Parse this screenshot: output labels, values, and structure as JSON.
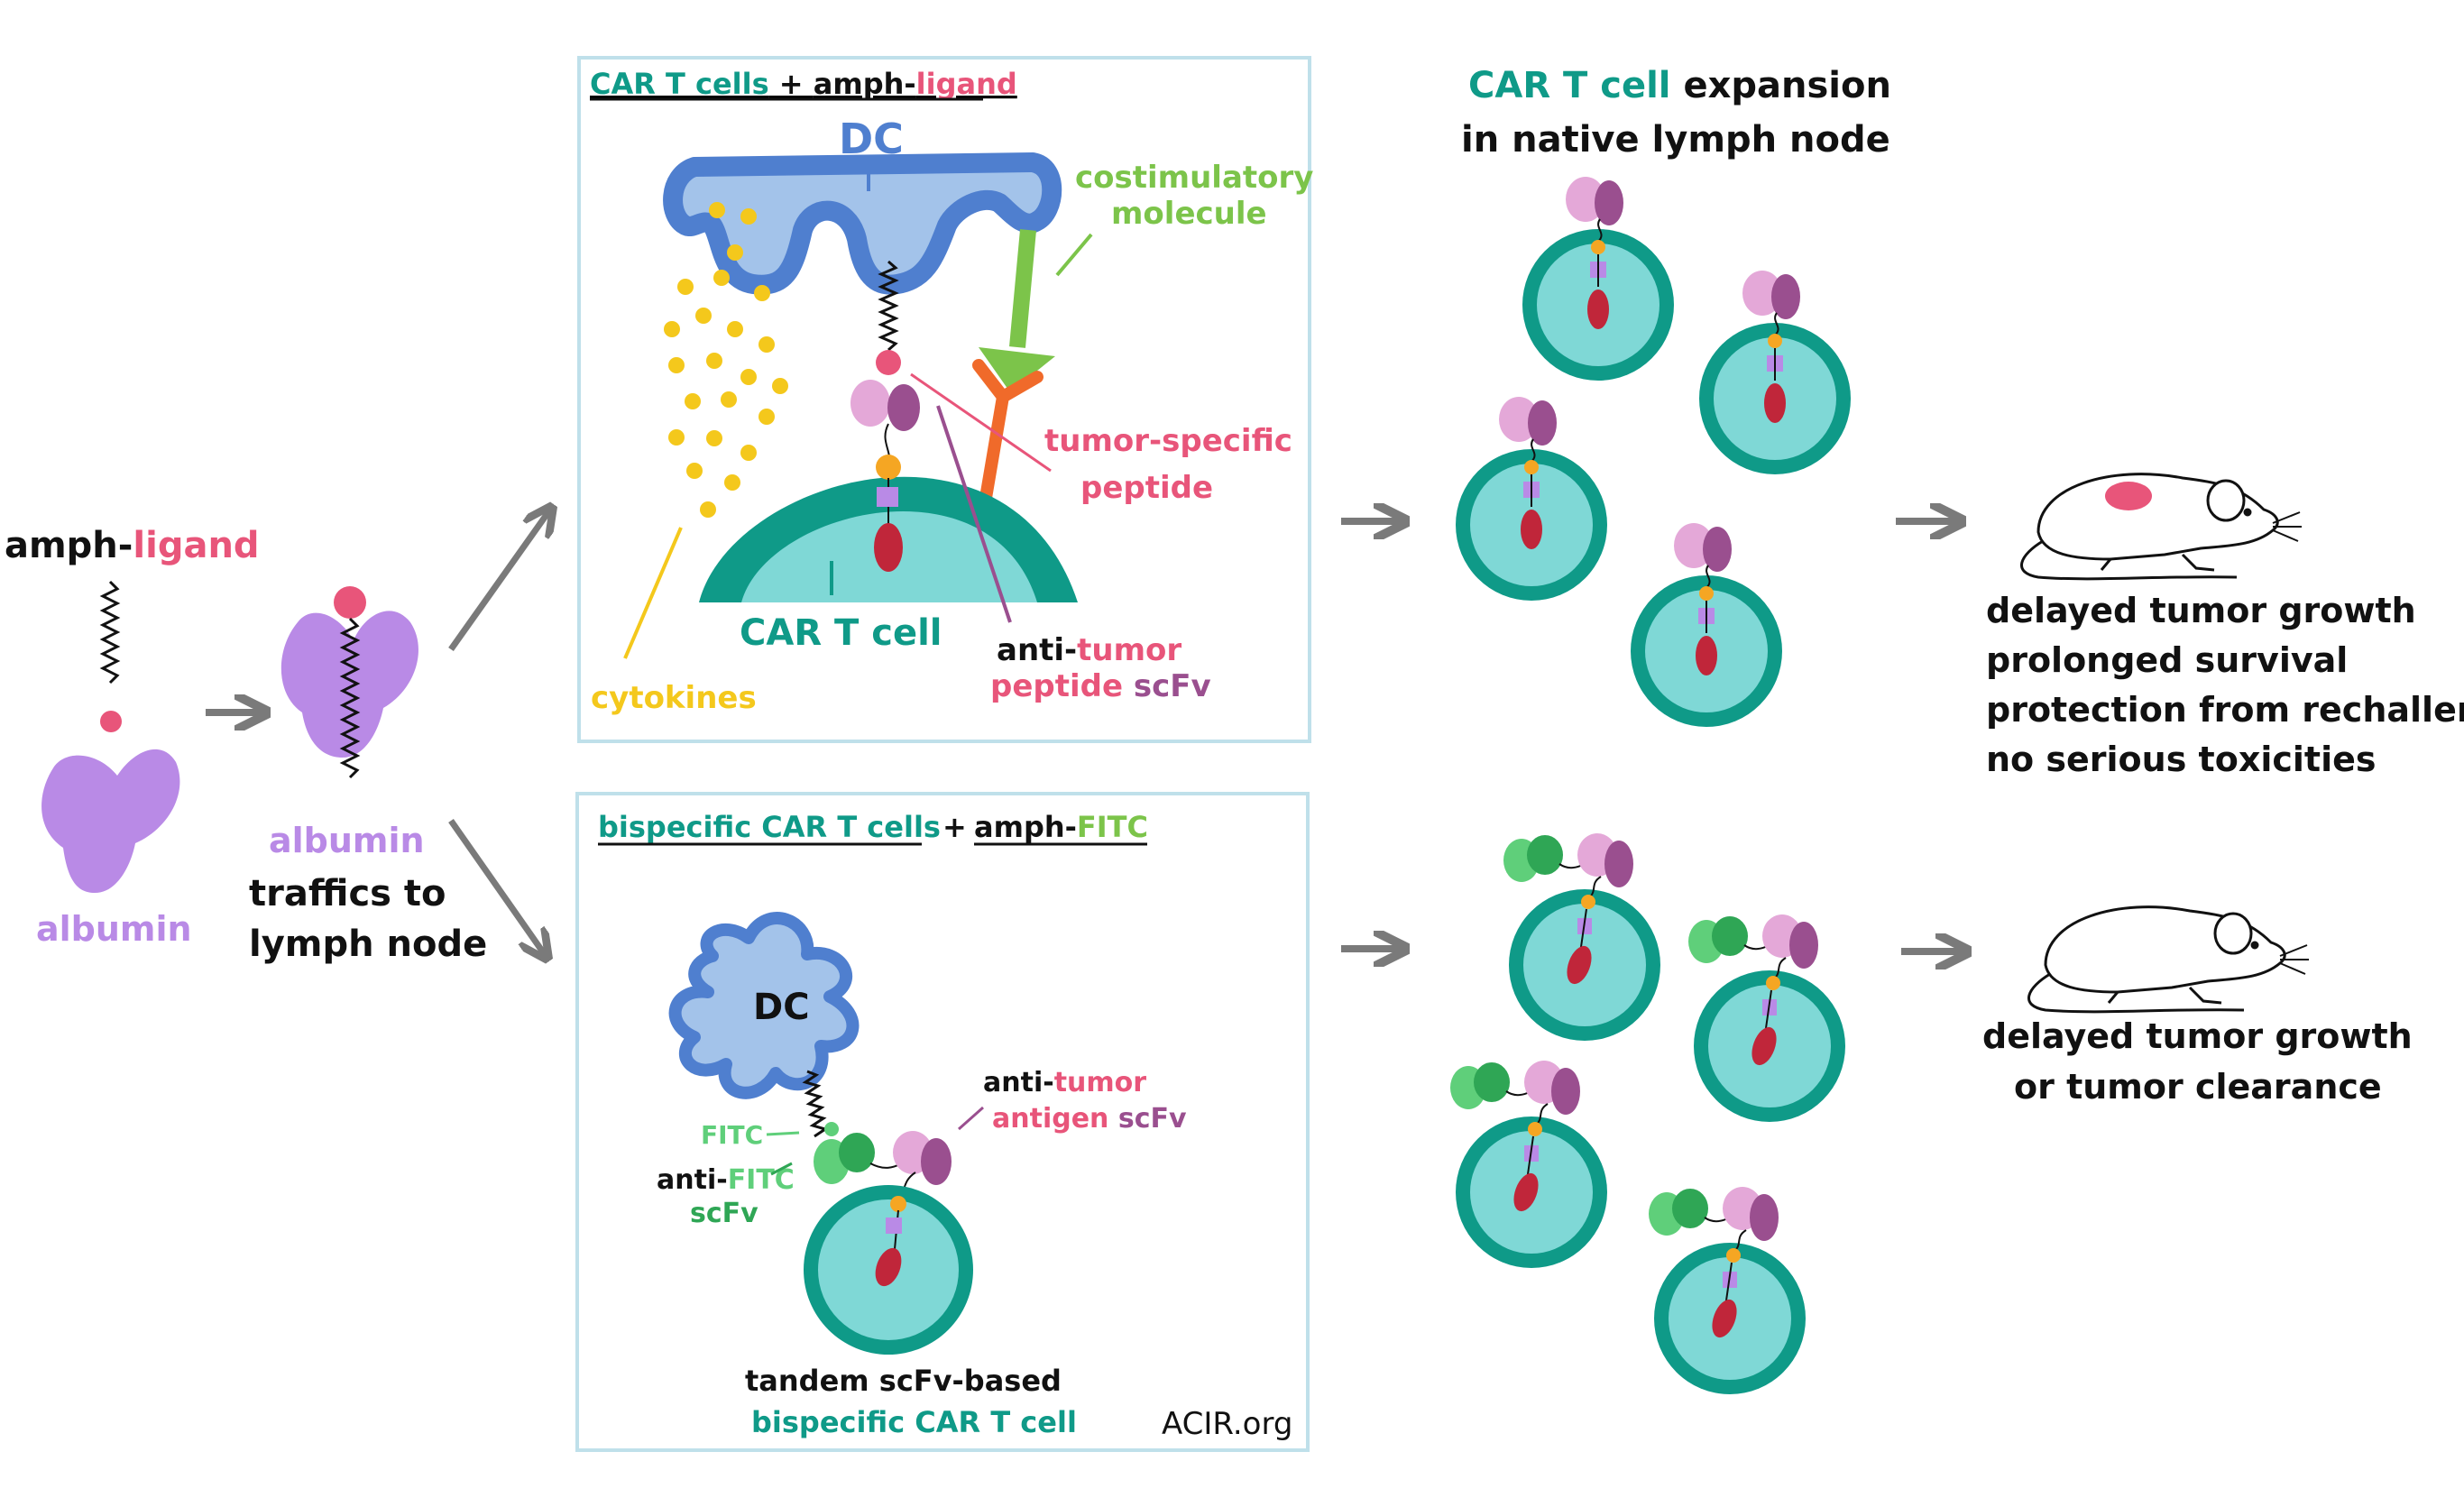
{
  "colors": {
    "black": "#111111",
    "pink": "#e8557a",
    "purple": "#b98ae6",
    "teal": "#0f9a88",
    "teal_light": "#7fd8d6",
    "dc_blue": "#4f7fcf",
    "dc_fill": "#a3c3ea",
    "yellow": "#f4c81c",
    "green": "#7cc44a",
    "orange": "#f06a2a",
    "fitc_green": "#5fcf7a",
    "scfv_green": "#2fa655",
    "arrow_gray": "#7a7a7a",
    "box_border": "#bfe0ea",
    "red_oval": "#c0263a",
    "mauve": "#9a4f8f",
    "pale_mauve": "#e4a8d8"
  },
  "left": {
    "amph": "amph-",
    "ligand": "ligand",
    "albumin": "albumin",
    "albumin_bound": "albumin",
    "traffics_line1": "traffics to",
    "traffics_line2": "lymph node"
  },
  "top_box": {
    "title_cells": "CAR T cells",
    "title_plus": " + ",
    "title_amph": "amph-",
    "title_ligand": "ligand",
    "dc": "DC",
    "costim_line1": "costimulatory",
    "costim_line2": "molecule",
    "tumor_specific": "tumor-specific",
    "peptide": "peptide",
    "car_t_cell": "CAR T cell",
    "cytokines": "cytokines",
    "anti": "anti-",
    "tumor": "tumor",
    "peptide2": "peptide",
    "scfv": "scFv"
  },
  "bottom_box": {
    "title_cells": "bispecific CAR T cells",
    "title_plus": "+",
    "title_amph": "amph-",
    "title_fitc": "FITC",
    "dc": "DC",
    "fitc": "FITC",
    "anti": "anti-",
    "anti_fitc": "FITC",
    "scfv": "scFv",
    "anti2": "anti-",
    "tumor": "tumor",
    "antigen": "antigen",
    "scfv2": "scFv",
    "tandem": "tandem scFv-based",
    "bispecific": "bispecific CAR T cell",
    "credit": "ACIR.org"
  },
  "expansion": {
    "car_t_cell": "CAR T cell",
    "expansion": " expansion",
    "line2": "in native lymph node"
  },
  "outcomes_top": [
    "delayed tumor growth",
    "prolonged survival",
    "protection from rechallenge",
    "no serious toxicities"
  ],
  "outcomes_bottom": [
    "delayed tumor growth",
    "or tumor clearance"
  ]
}
